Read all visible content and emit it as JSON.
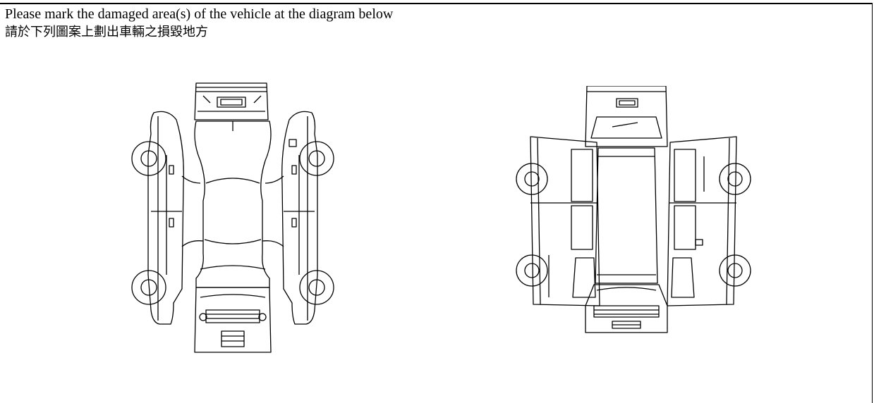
{
  "form": {
    "instruction_en": "Please mark the damaged area(s) of the vehicle at the diagram below",
    "instruction_zh": "請於下列圖案上劃出車輛之損毀地方"
  },
  "diagrams": [
    {
      "id": "sedan",
      "icon": "sedan-exploded-view-icon"
    },
    {
      "id": "van",
      "icon": "van-exploded-view-icon"
    }
  ]
}
